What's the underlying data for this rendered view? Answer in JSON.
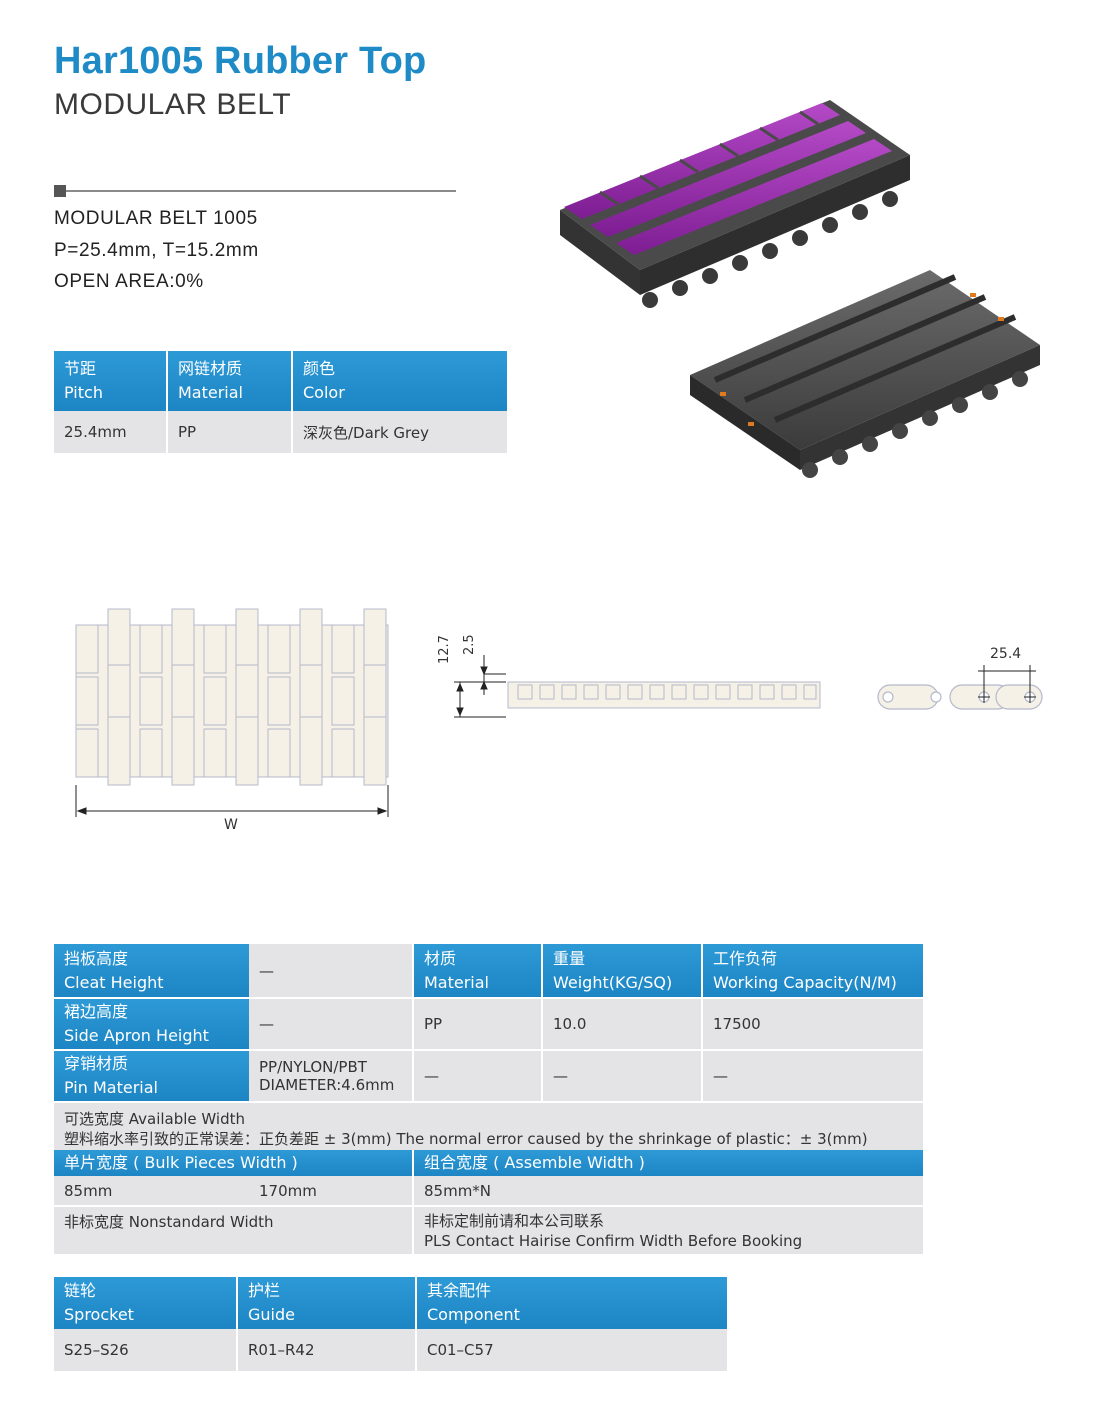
{
  "header": {
    "title": "Har1005 Rubber Top",
    "subtitle": "MODULAR BELT"
  },
  "specs": {
    "line1": "MODULAR BELT 1005",
    "line2": "P=25.4mm, T=15.2mm",
    "line3": "OPEN AREA:0%"
  },
  "table1": {
    "headers": [
      {
        "zh": "节距",
        "en": "Pitch"
      },
      {
        "zh": "网链材质",
        "en": "Material"
      },
      {
        "zh": "颜色",
        "en": "Color"
      }
    ],
    "row": [
      "25.4mm",
      "PP",
      "深灰色/Dark Grey"
    ]
  },
  "drawing": {
    "w_label": "W",
    "dim_12_7": "12.7",
    "dim_2_5": "2.5",
    "dim_25_4": "25.4"
  },
  "table2": {
    "cleat": {
      "zh": "挡板高度",
      "en": "Cleat Height",
      "value": "—"
    },
    "apron": {
      "zh": "裙边高度",
      "en": "Side Apron Height",
      "value": "—"
    },
    "pin": {
      "zh": "穿销材质",
      "en": "Pin Material",
      "value1": "PP/NYLON/PBT",
      "value2": "DIAMETER:4.6mm"
    },
    "material": {
      "zh": "材质",
      "en": "Material",
      "value": "PP",
      "value3": "—"
    },
    "weight": {
      "zh": "重量",
      "en": "Weight(KG/SQ)",
      "value": "10.0",
      "value3": "—"
    },
    "capacity": {
      "zh": "工作负荷",
      "en": "Working Capacity(N/M)",
      "value": "17500",
      "value3": "—"
    },
    "available_width": "可选宽度 Available Width",
    "shrink_note": "塑料缩水率引致的正常误差：正负差距 ± 3(mm)  The normal error caused by the shrinkage of plastic：± 3(mm)",
    "bulk_header": "单片宽度 ( Bulk Pieces Width )",
    "assemble_header": "组合宽度 ( Assemble Width )",
    "bulk_1": "85mm",
    "bulk_2": "170mm",
    "assemble": "85mm*N",
    "nonstandard": "非标宽度 Nonstandard Width",
    "contact_zh": "非标定制前请和本公司联系",
    "contact_en": "PLS Contact Hairise Confirm Width Before Booking"
  },
  "table3": {
    "headers": [
      {
        "zh": "链轮",
        "en": "Sprocket"
      },
      {
        "zh": "护栏",
        "en": "Guide"
      },
      {
        "zh": "其余配件",
        "en": "Component"
      }
    ],
    "row": [
      "S25–S26",
      "R01–R42",
      "C01–C57"
    ]
  }
}
